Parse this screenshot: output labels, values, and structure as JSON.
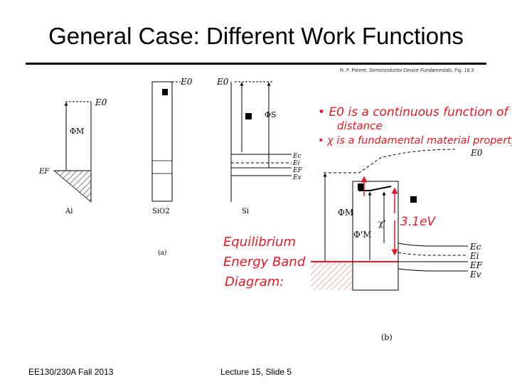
{
  "slide": {
    "title": "General Case: Different Work Functions",
    "citation": {
      "authors": "R. F. Pierret, ",
      "book": "Semiconductor Device Fundamentals",
      "fig": ", Fig. 18.3"
    },
    "footer_left": "EE130/230A Fall 2013",
    "footer_center": "Lecture 15, Slide 5"
  },
  "diagram_a": {
    "e0_left": "E0",
    "e0_mid": "E0",
    "e0_right": "E0",
    "phi_m": "ΦM",
    "phi_s": "ΦS",
    "ef_metal": "EF",
    "ec": "Ec",
    "ei": "Ei",
    "ef": "EF",
    "ev": "Ev",
    "label_al": "Al",
    "label_sio2": "SiO2",
    "label_si": "Si",
    "caption": "(a)"
  },
  "diagram_b": {
    "e0": "E0",
    "phi_m": "ΦM",
    "phi_m_prime": "Φ'M",
    "chi": "χ'",
    "chi_value": "3.1eV",
    "ec": "Ec",
    "ei": "Ei",
    "ef": "EF",
    "ev": "Ev",
    "caption": "(b)"
  },
  "annotations": {
    "bullet1_line1": "• E0 is a continuous function of",
    "bullet1_line2": "distance",
    "bullet2": "• χ is a fundamental material property",
    "equilibrium_line1": "Equilibrium",
    "equilibrium_line2": "Energy Band",
    "equilibrium_line3": "Diagram:"
  },
  "colors": {
    "annotation_red": "#e01b24",
    "ink": "#000000"
  }
}
